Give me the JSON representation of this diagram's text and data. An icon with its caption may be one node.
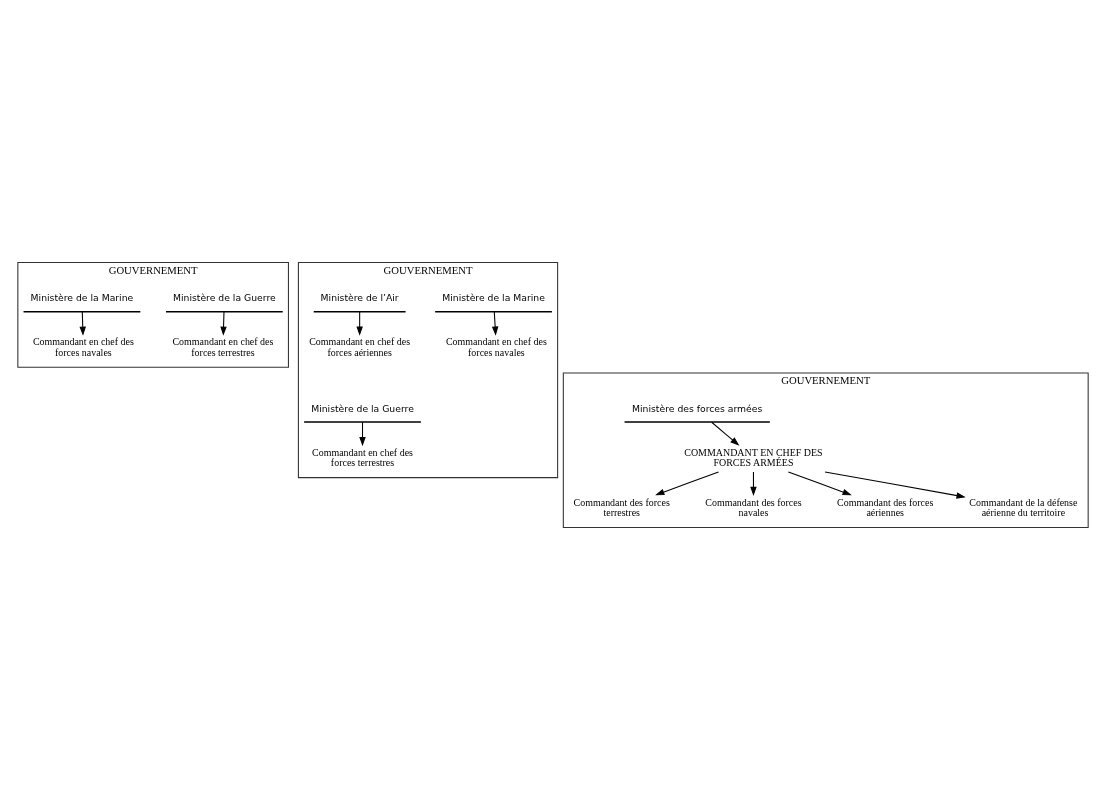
{
  "diagram": {
    "nodes": [
      {
        "text": [
          "GOUVERNEMENT"
        ]
      },
      {
        "text": [
          "Ministère de la Guerre"
        ],
        "in": 0
      },
      {
        "text": [
          "Ministère de la Marine"
        ],
        "in": 0
      },
      {
        "text": [
          "Commandant en chef des forces terrestres"
        ],
        "in": 0
      },
      {
        "text": [
          "Commandant en chef des forces navales"
        ],
        "in": 0
      },
      {
        "text": [
          "GOUVERNEMENT"
        ]
      },
      {
        "text": [
          "Ministère de la Guerre"
        ],
        "in": 5
      },
      {
        "text": [
          "Ministère de la Marine"
        ],
        "in": 5
      },
      {
        "text": [
          "Ministère de l’Air"
        ],
        "in": 5
      },
      {
        "text": [
          "Commandant en chef des forces terrestres"
        ],
        "in": 5
      },
      {
        "text": [
          "Commandant en chef des forces navales"
        ],
        "in": 5
      },
      {
        "text": [
          "Commandant en chef des forces aériennes"
        ],
        "in": 5
      },
      {
        "text": [
          "GOUVERNEMENT"
        ]
      },
      {
        "text": [
          "Ministère des forces armées"
        ],
        "in": 12
      },
      {
        "text": [
          "COMMANDANT EN CHEF DES FORCES ARMÉES"
        ],
        "in": 12
      },
      {
        "text": [
          "Commandant des forces terrestres"
        ],
        "in": 12
      },
      {
        "text": [
          "Commandant des forces navales"
        ],
        "in": 12
      },
      {
        "text": [
          "Commandant des forces aériennes"
        ],
        "in": 12
      },
      {
        "text": [
          "Commandant de la défense aérienne du territoire"
        ],
        "in": 12
      }
    ],
    "edges": [
      {
        "from": 1,
        "to": 3,
        "arrow": "to"
      },
      {
        "from": 2,
        "to": 4,
        "arrow": "to"
      },
      {
        "from": 6,
        "to": 9,
        "arrow": "to"
      },
      {
        "from": 7,
        "to": 10,
        "arrow": "to"
      },
      {
        "from": 8,
        "to": 11,
        "arrow": "to"
      },
      {
        "from": 13,
        "to": 14,
        "arrow": "to"
      },
      {
        "from": 14,
        "to": 15,
        "arrow": "to"
      },
      {
        "from": 14,
        "to": 16,
        "arrow": "to"
      },
      {
        "from": 14,
        "to": 17,
        "arrow": "to"
      },
      {
        "from": 14,
        "to": 18,
        "arrow": "to"
      }
    ]
  }
}
